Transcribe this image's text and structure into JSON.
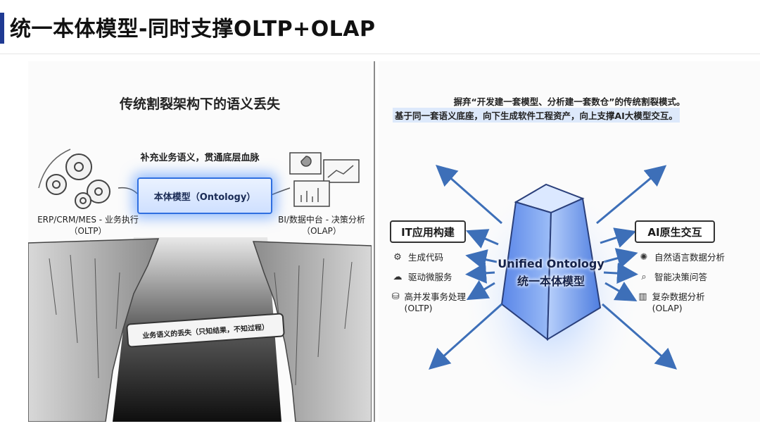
{
  "header": {
    "title": "统一本体模型-同时支撑OLTP+OLAP",
    "accent": "#1f3a93"
  },
  "left": {
    "title": "传统割裂架构下的语义丢失",
    "top_label": "补充业务语义，贯通底层血脉",
    "ontology_label": "本体模型（Ontology）",
    "left_side": "ERP/CRM/MES - 业务执行（OLTP）",
    "right_side": "BI/数据中台 - 决策分析（OLAP）",
    "gap_label": "业务语义的丢失（只知结果，不知过程）",
    "glow_color": "#2f6fe0"
  },
  "right": {
    "intro_line1": "摒弃“开发建一套模型、分析建一套数仓”的传统割裂模式。",
    "intro_line2": "基于同一套语义底座，向下生成软件工程资产，向上支撑AI大模型交互。",
    "center_en": "Unified Ontology",
    "center_zh": "统一本体模型",
    "it_header": "IT应用构建",
    "it_items": [
      {
        "icon": "gears-icon",
        "text": "生成代码"
      },
      {
        "icon": "cloud-icon",
        "text": "驱动微服务"
      },
      {
        "icon": "database-icon",
        "text": "高并发事务处理 (OLTP)"
      }
    ],
    "ai_header": "AI原生交互",
    "ai_items": [
      {
        "icon": "brain-icon",
        "text": "自然语言数据分析"
      },
      {
        "icon": "magnifier-icon",
        "text": "智能决策问答"
      },
      {
        "icon": "chart-icon",
        "text": "复杂数据分析 (OLAP)"
      }
    ],
    "arrow_color": "#3d6fb8",
    "crystal_color": "#4a7fe6"
  }
}
